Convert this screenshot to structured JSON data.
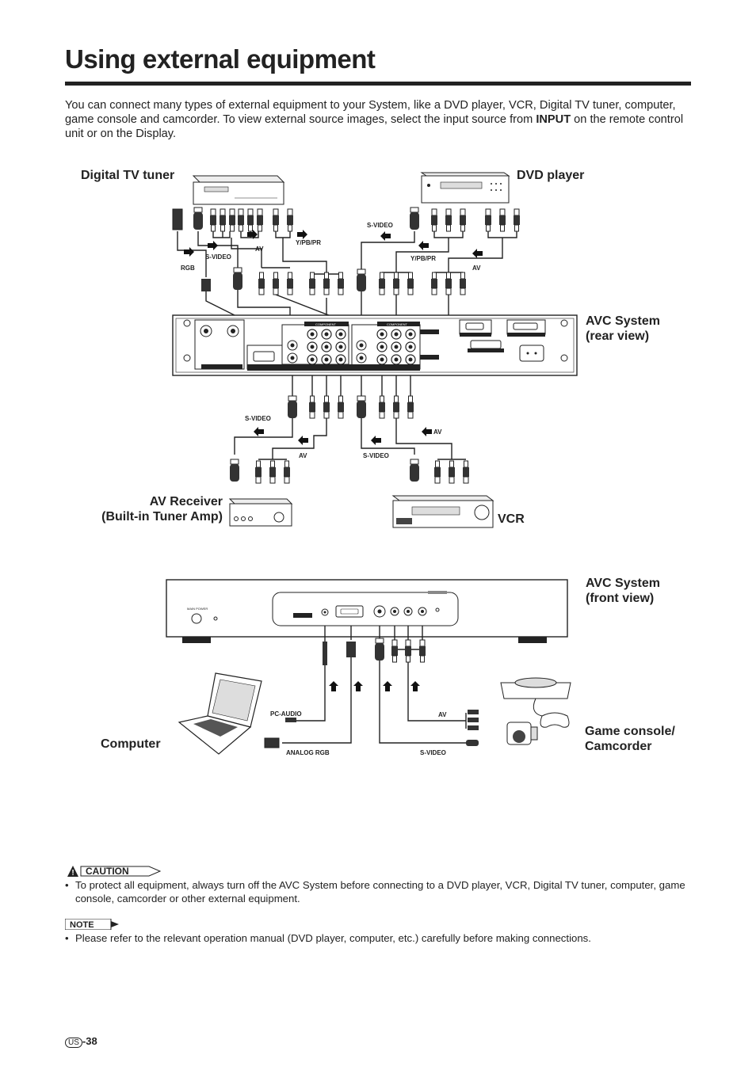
{
  "header": {
    "title": "Using external equipment"
  },
  "intro": {
    "before": "You can connect many types of external equipment to your System, like a DVD player, VCR, Digital TV tuner, computer, game console and camcorder. To view external source images, select the input source from ",
    "bold": "INPUT",
    "after": " on the remote control unit or on the Display."
  },
  "devices": {
    "digital_tv_tuner": "Digital TV tuner",
    "dvd_player": "DVD player",
    "avc_rear_line1": "AVC System",
    "avc_rear_line2": "(rear view)",
    "av_receiver_line1": "AV Receiver",
    "av_receiver_line2": "(Built-in Tuner Amp)",
    "vcr": "VCR",
    "avc_front_line1": "AVC System",
    "avc_front_line2": "(front view)",
    "computer": "Computer",
    "game_line1": "Game console/",
    "game_line2": "Camcorder"
  },
  "cables": {
    "rgb": "RGB",
    "svideo": "S-VIDEO",
    "av": "AV",
    "ypbpr": "Y/PB/PR",
    "pc_audio": "PC-AUDIO",
    "analog_rgb": "ANALOG RGB"
  },
  "caution": {
    "label": "CAUTION",
    "text": "To protect all equipment, always turn off the AVC System before connecting to a DVD player, VCR, Digital TV tuner, computer, game console, camcorder or other external equipment."
  },
  "note": {
    "label": "NOTE",
    "text": "Please refer to the relevant operation manual (DVD player, computer, etc.) carefully before making connections."
  },
  "footer": {
    "region": "US",
    "page": "-38"
  },
  "colors": {
    "text": "#222222",
    "rule": "#222222"
  }
}
